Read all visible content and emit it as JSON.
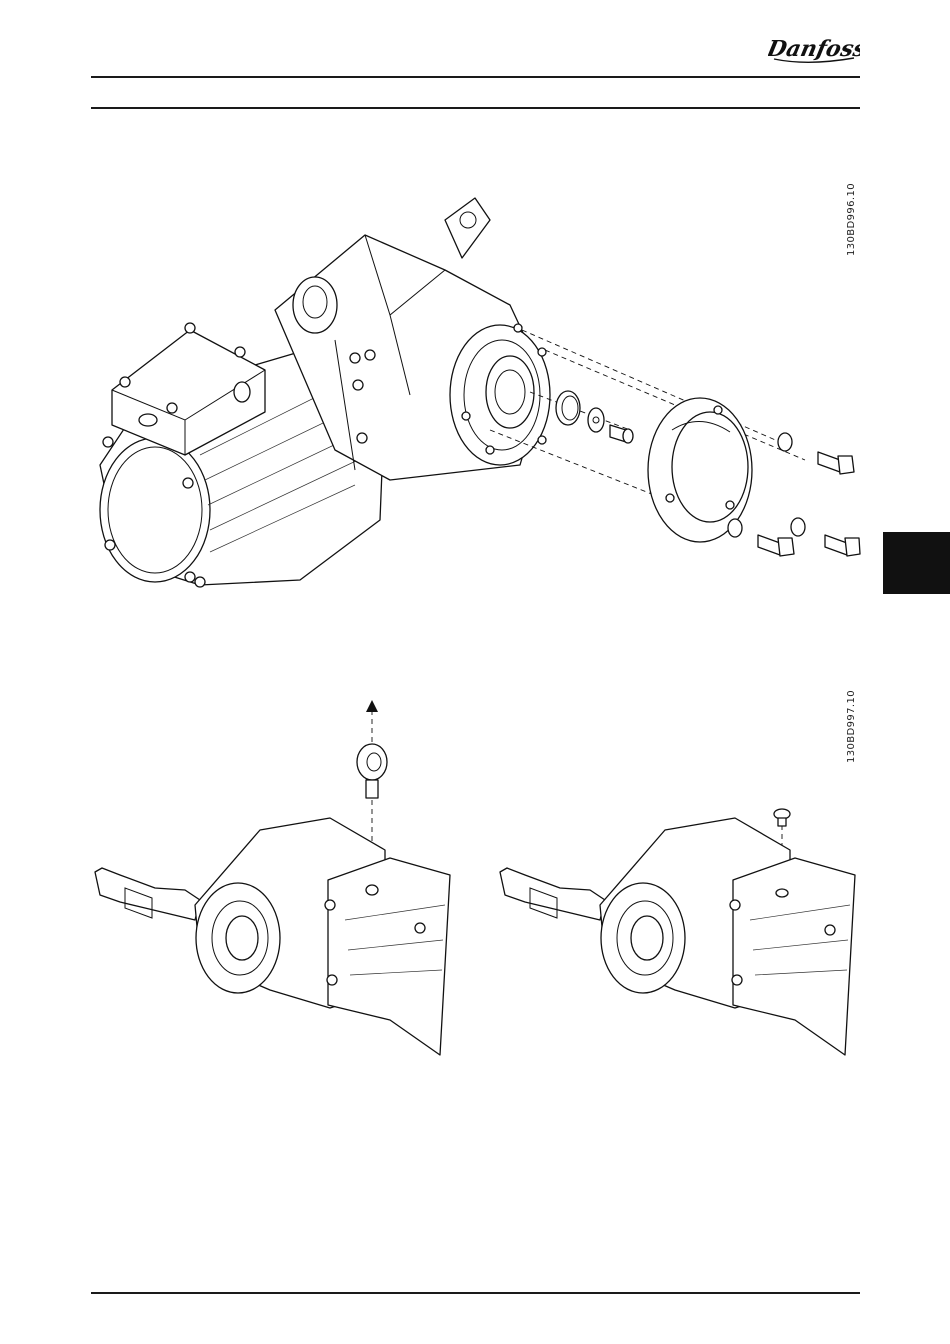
{
  "header": {
    "brand": "Danfoss"
  },
  "figures": [
    {
      "id_label": "130BD996.10"
    },
    {
      "id_label": "130BD997.10"
    }
  ],
  "colors": {
    "ink": "#111111",
    "tab": "#111111"
  }
}
